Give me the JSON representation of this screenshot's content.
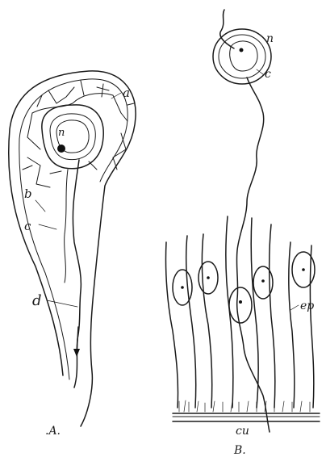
{
  "panels": {
    "A": {
      "caption": ".A.",
      "labels": {
        "a": "a",
        "b": "b",
        "c": "c",
        "d": "d",
        "n": "n"
      }
    },
    "B": {
      "caption": "B.",
      "labels": {
        "n": "n",
        "c": "c",
        "ep": "ep",
        "cu": "cu"
      }
    }
  }
}
